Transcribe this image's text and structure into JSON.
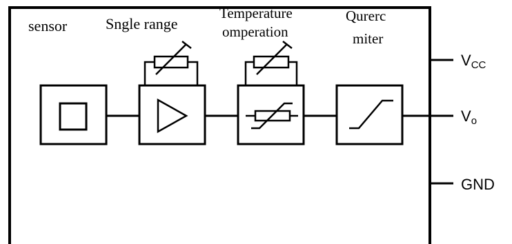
{
  "stages": {
    "sensor": {
      "label": "sensor"
    },
    "amplifier": {
      "label": "Sngle range"
    },
    "temperature": {
      "line1": "Temperature",
      "line2": "omperation"
    },
    "limiter": {
      "line1": "Qurerc",
      "line2": "miter"
    }
  },
  "pins": {
    "vcc": {
      "main": "V",
      "sub": "CC"
    },
    "vo": {
      "main": "V",
      "sub": "o"
    },
    "gnd": {
      "main": "GND"
    }
  },
  "icons": [
    "sensor-square-icon",
    "amplifier-triangle-icon",
    "variable-resistor-icon",
    "thermistor-icon",
    "limiter-curve-icon"
  ]
}
